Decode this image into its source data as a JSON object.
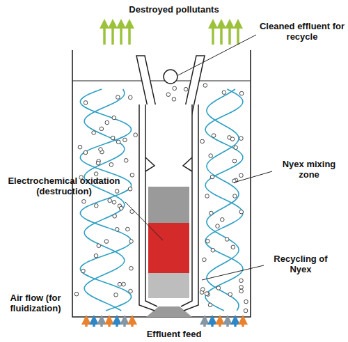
{
  "diagram": {
    "labels": [
      "Destroyed pollutants",
      "Cleaned effluent for recycle",
      "Nyex mixing zone",
      "Electrochemical oxidation (destruction)",
      "Recycling of Nyex",
      "Air flow (for fluidization)",
      "Effluent feed"
    ]
  }
}
